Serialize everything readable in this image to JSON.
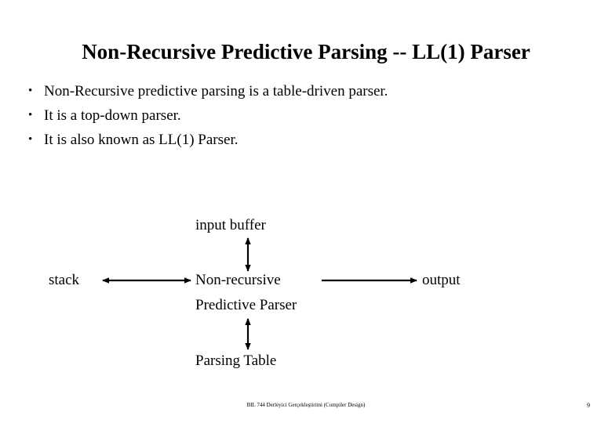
{
  "slide": {
    "title": "Non-Recursive Predictive Parsing -- LL(1) Parser",
    "bullet_marker": "•",
    "bullets": [
      {
        "text": "Non-Recursive predictive parsing is a table-driven parser."
      },
      {
        "text": "It is a top-down parser."
      },
      {
        "text": "It is also known as LL(1) Parser."
      }
    ],
    "diagram": {
      "nodes": {
        "input_buffer": "input buffer",
        "stack": "stack",
        "output": "output",
        "parser_line1": "Non-recursive",
        "parser_line2": "Predictive Parser",
        "parsing_table": "Parsing Table"
      },
      "arrows": [
        {
          "name": "input-buffer-to-parser",
          "type": "double-headed",
          "orientation": "vertical"
        },
        {
          "name": "stack-to-parser",
          "type": "double-headed",
          "orientation": "horizontal"
        },
        {
          "name": "parser-to-output",
          "type": "single-headed",
          "orientation": "horizontal"
        },
        {
          "name": "parsing-table-to-parser",
          "type": "double-headed",
          "orientation": "vertical"
        }
      ],
      "stroke_color": "#000000"
    },
    "footer": {
      "course_note": "BIL 744 Derleyici Gerçekleştirimi (Compiler Design)",
      "page_number": "9"
    },
    "colors": {
      "background": "#ffffff",
      "text": "#000000"
    }
  }
}
